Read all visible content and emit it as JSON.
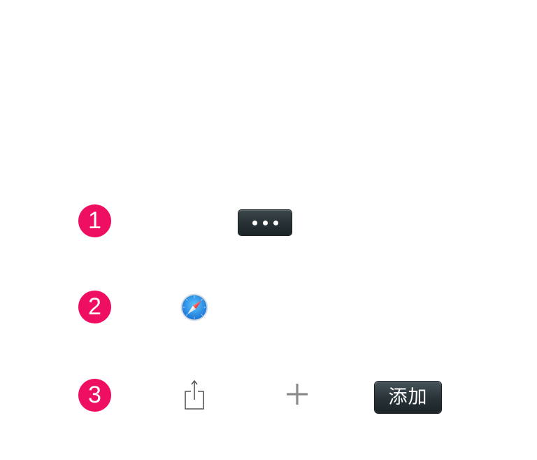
{
  "steps": [
    {
      "number": "1",
      "items": [
        {
          "type": "button",
          "icon": "more-dots-icon"
        }
      ]
    },
    {
      "number": "2",
      "items": [
        {
          "type": "icon",
          "icon": "safari-compass-icon"
        }
      ]
    },
    {
      "number": "3",
      "items": [
        {
          "type": "icon",
          "icon": "share-icon"
        },
        {
          "type": "icon",
          "icon": "plus-icon"
        },
        {
          "type": "button",
          "label": "添加"
        }
      ]
    }
  ],
  "colors": {
    "badge": "#ee0f63",
    "button_dark": "#263034",
    "icon_gray": "#8a8a8a",
    "safari_blue": "#1a8fe8"
  }
}
